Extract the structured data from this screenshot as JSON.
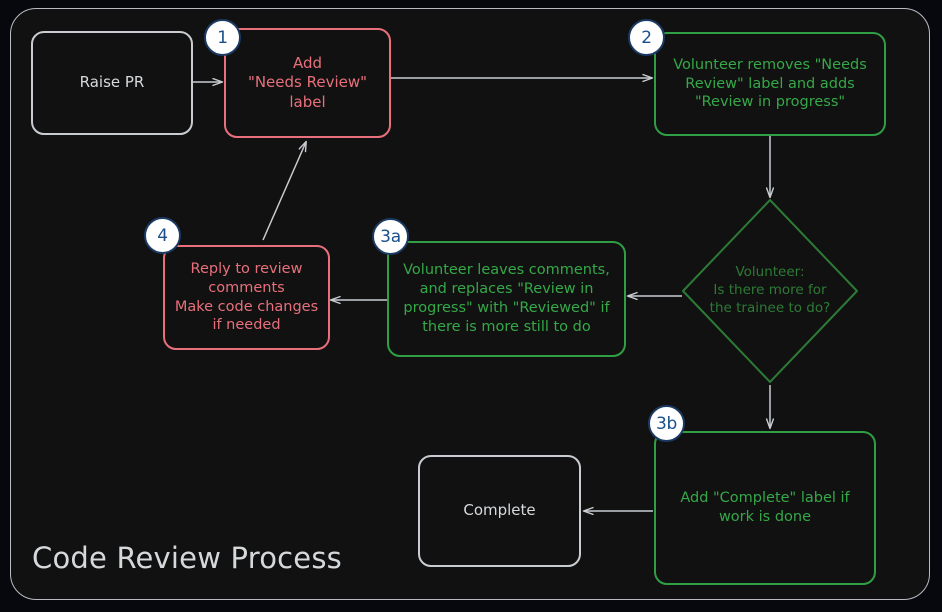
{
  "diagram": {
    "title": "Code Review Process",
    "type": "flowchart",
    "background_color": "#111111",
    "frame_border_color": "#b9bcc1",
    "palette": {
      "gray": "#c9cdd2",
      "red": "#e8707c",
      "green": "#2f9e44",
      "diamond_green": "#2d7a36",
      "arrow": "#c9cdd2",
      "badge_fill": "#ffffff",
      "badge_border": "#1b3a63",
      "badge_text": "#1b4f8a",
      "title_text": "#d6d9dc"
    },
    "nodes": [
      {
        "id": "raise-pr",
        "label": "Raise PR",
        "shape": "rounded-rect",
        "color": "gray"
      },
      {
        "id": "add-label",
        "label": "Add\n\"Needs Review\"\nlabel",
        "shape": "rounded-rect",
        "color": "red",
        "badge": "1"
      },
      {
        "id": "volunteer-removes",
        "label": "Volunteer removes \"Needs Review\" label and adds \"Review in progress\"",
        "shape": "rounded-rect",
        "color": "green",
        "badge": "2"
      },
      {
        "id": "decision",
        "label": "Volunteer:\nIs there more for\nthe trainee to do?",
        "shape": "diamond",
        "color": "diamond_green"
      },
      {
        "id": "volunteer-comments",
        "label": "Volunteer leaves comments, and replaces \"Review in progress\" with \"Reviewed\" if there is more still to do",
        "shape": "rounded-rect",
        "color": "green",
        "badge": "3a"
      },
      {
        "id": "reply-review",
        "label": "Reply to review comments\nMake code changes if needed",
        "shape": "rounded-rect",
        "color": "red",
        "badge": "4"
      },
      {
        "id": "add-complete",
        "label": "Add \"Complete\" label if work is done",
        "shape": "rounded-rect",
        "color": "green",
        "badge": "3b"
      },
      {
        "id": "complete",
        "label": "Complete",
        "shape": "rounded-rect",
        "color": "gray"
      }
    ],
    "node_text": {
      "raise_pr": "Raise PR",
      "add_label_line1": "Add",
      "add_label_line2": "\"Needs Review\"",
      "add_label_line3": "label",
      "volunteer_removes_line1": "Volunteer removes \"Needs",
      "volunteer_removes_line2": "Review\" label and adds",
      "volunteer_removes_line3": "\"Review in progress\"",
      "decision_line1": "Volunteer:",
      "decision_line2": "Is there more for",
      "decision_line3": "the trainee to do?",
      "volunteer_comments_line1": "Volunteer leaves comments,",
      "volunteer_comments_line2": "and replaces \"Review in",
      "volunteer_comments_line3": "progress\" with \"Reviewed\" if",
      "volunteer_comments_line4": "there is more still to do",
      "reply_review_line1": "Reply to review",
      "reply_review_line2": "comments",
      "reply_review_line3": "Make code changes",
      "reply_review_line4": "if needed",
      "add_complete_line1": "Add \"Complete\" label if",
      "add_complete_line2": "work is done",
      "complete": "Complete"
    },
    "badges": {
      "one": "1",
      "two": "2",
      "three_a": "3a",
      "three_b": "3b",
      "four": "4"
    },
    "edges": [
      {
        "from": "raise-pr",
        "to": "add-label",
        "direction": "right"
      },
      {
        "from": "add-label",
        "to": "volunteer-removes",
        "direction": "right"
      },
      {
        "from": "volunteer-removes",
        "to": "decision",
        "direction": "down"
      },
      {
        "from": "decision",
        "to": "volunteer-comments",
        "direction": "left"
      },
      {
        "from": "volunteer-comments",
        "to": "reply-review",
        "direction": "left"
      },
      {
        "from": "reply-review",
        "to": "add-label",
        "direction": "up-right"
      },
      {
        "from": "decision",
        "to": "add-complete",
        "direction": "down"
      },
      {
        "from": "add-complete",
        "to": "complete",
        "direction": "left"
      }
    ]
  }
}
